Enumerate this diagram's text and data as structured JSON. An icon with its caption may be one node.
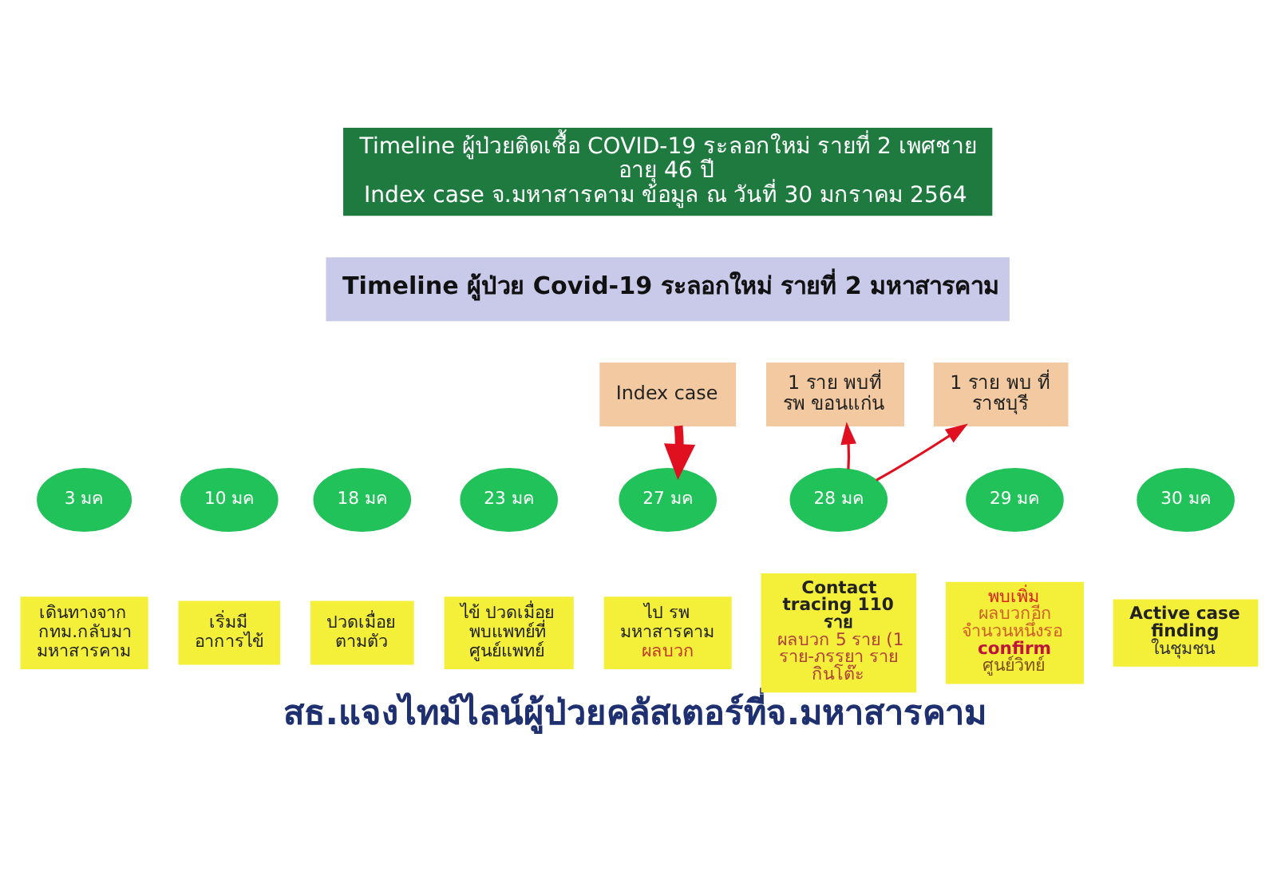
{
  "diagram": {
    "caption": "สธ.แจงไทม์ไลน์ผู้ป่วยคลัสเตอร์ที่จ.มหาสารคาม",
    "nodes": [
      {
        "text": [
          "Timeline ผู้ป่วยติดเชื้อ COVID-19 ระลอกใหม่ รายที่ 2 เพศชาย อายุ 46 ปี",
          "Index case จ.มหาสารคาม ข้อมูล ณ วันที่ 30 มกราคม 2564"
        ]
      },
      {
        "text": [
          "Timeline ผู้ป่วย Covid-19 ระลอกใหม่ รายที่ 2 มหาสารคาม"
        ]
      },
      {
        "text": [
          "Index case"
        ]
      },
      {
        "text": [
          "1 ราย พบที่ รพ ขอนแก่น"
        ]
      },
      {
        "text": [
          "1 ราย พบ ที่ ราชบุรี"
        ]
      },
      {
        "text": [
          "3 มค"
        ]
      },
      {
        "text": [
          "10 มค"
        ]
      },
      {
        "text": [
          "18 มค"
        ]
      },
      {
        "text": [
          "23 มค"
        ]
      },
      {
        "text": [
          "27 มค"
        ]
      },
      {
        "text": [
          "28 มค"
        ]
      },
      {
        "text": [
          "29 มค"
        ]
      },
      {
        "text": [
          "30 มค"
        ]
      },
      {
        "text": [
          "เดินทางจาก กทม.กลับมา มหาสารคาม"
        ]
      },
      {
        "text": [
          "เริ่มมี อาการไข้"
        ]
      },
      {
        "text": [
          "ปวดเมื่อย ตามตัว"
        ]
      },
      {
        "text": [
          "ไข้ ปวดเมื่อย พบแพทย์ที่ ศูนย์แพทย์"
        ]
      },
      {
        "text": [
          "ไป รพ มหาสารคาม",
          "ผลบวก"
        ]
      },
      {
        "text": [
          "Contact tracing 110 ราย",
          "ผลบวก 5 ราย (1 ราย-ภรรยา ราย กินโต๊ะ"
        ]
      },
      {
        "text": [
          "พบเพิ่ม",
          "ผลบวกอีก จำนวนหนึ่งรอ",
          "confirm",
          "ศูนย์วิทย์"
        ]
      },
      {
        "text": [
          "Active case finding",
          "ในชุมชน"
        ]
      }
    ],
    "edges": [
      {
        "from": 2,
        "to": 9,
        "arrow": "to",
        "style": "thick"
      },
      {
        "from": 10,
        "to": 3,
        "arrow": "to"
      },
      {
        "from": 10,
        "to": 4,
        "arrow": "to"
      }
    ]
  }
}
